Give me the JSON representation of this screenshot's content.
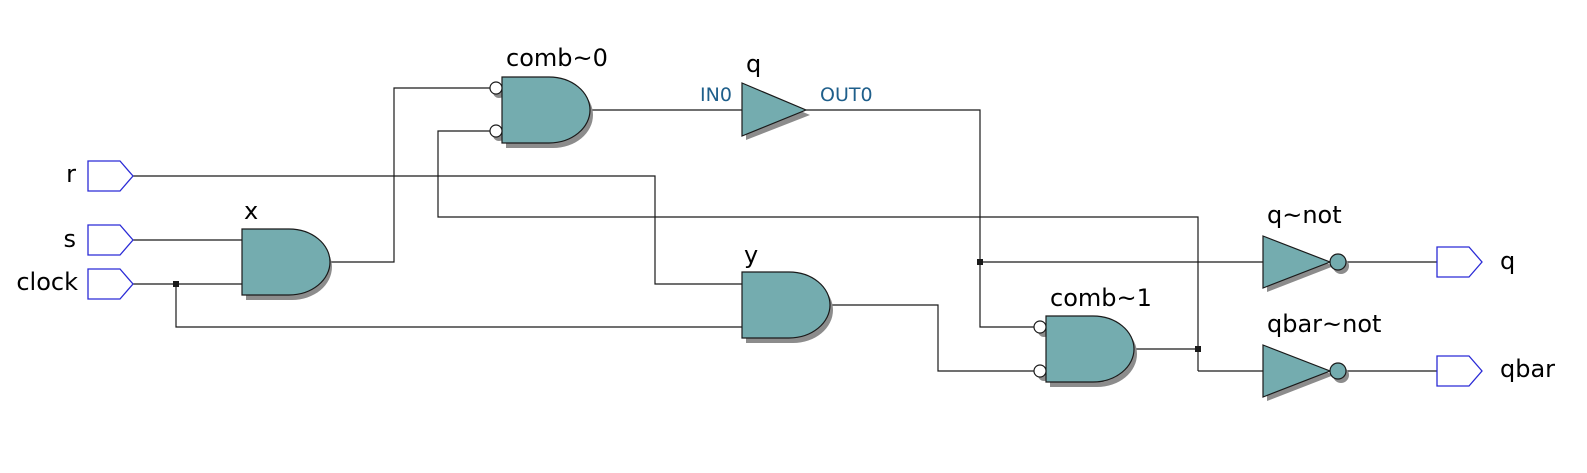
{
  "inputs": {
    "r": "r",
    "s": "s",
    "clock": "clock"
  },
  "outputs": {
    "q": "q",
    "qbar": "qbar"
  },
  "gates": {
    "x": "x",
    "y": "y",
    "comb0": "comb~0",
    "comb1": "comb~1",
    "q_buf": "q",
    "q_not": "q~not",
    "qbar_not": "qbar~not"
  },
  "ports": {
    "in0": "IN0",
    "out0": "OUT0"
  },
  "colors": {
    "gate_fill": "#74acaf",
    "pin_stroke": "#2b2bd6",
    "wire": "#1a1a1a",
    "port_text": "#1f5f8b"
  }
}
